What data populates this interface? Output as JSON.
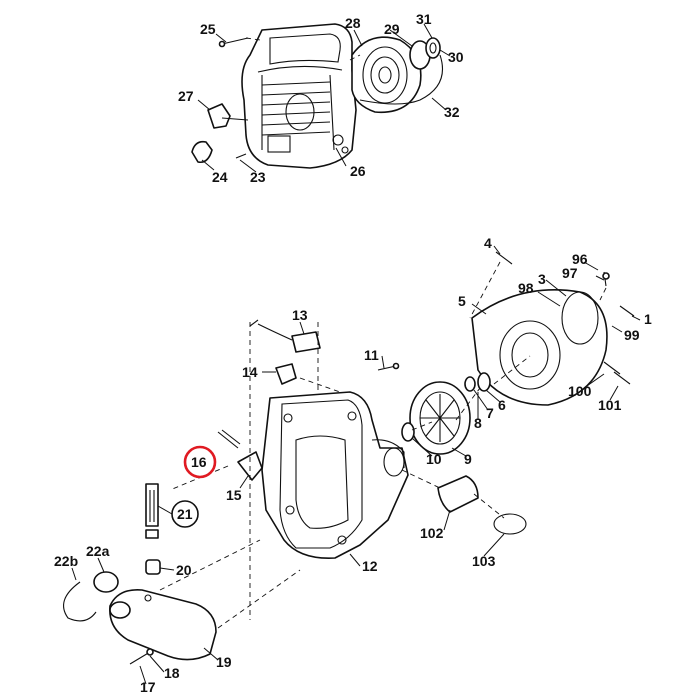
{
  "diagram": {
    "callouts": [
      {
        "id": "c25",
        "text": "25"
      },
      {
        "id": "c28",
        "text": "28"
      },
      {
        "id": "c29",
        "text": "29"
      },
      {
        "id": "c31",
        "text": "31"
      },
      {
        "id": "c30",
        "text": "30"
      },
      {
        "id": "c27",
        "text": "27"
      },
      {
        "id": "c32",
        "text": "32"
      },
      {
        "id": "c24",
        "text": "24"
      },
      {
        "id": "c23",
        "text": "23"
      },
      {
        "id": "c26",
        "text": "26"
      },
      {
        "id": "c4",
        "text": "4"
      },
      {
        "id": "c96",
        "text": "96"
      },
      {
        "id": "c3",
        "text": "3"
      },
      {
        "id": "c97",
        "text": "97"
      },
      {
        "id": "c98",
        "text": "98"
      },
      {
        "id": "c5",
        "text": "5"
      },
      {
        "id": "c1",
        "text": "1"
      },
      {
        "id": "c99",
        "text": "99"
      },
      {
        "id": "c13",
        "text": "13"
      },
      {
        "id": "c11",
        "text": "11"
      },
      {
        "id": "c14",
        "text": "14"
      },
      {
        "id": "c100",
        "text": "100"
      },
      {
        "id": "c101",
        "text": "101"
      },
      {
        "id": "c8",
        "text": "8"
      },
      {
        "id": "c6",
        "text": "6"
      },
      {
        "id": "c7",
        "text": "7"
      },
      {
        "id": "c16",
        "text": "16"
      },
      {
        "id": "c10",
        "text": "10"
      },
      {
        "id": "c9",
        "text": "9"
      },
      {
        "id": "c15",
        "text": "15"
      },
      {
        "id": "c21",
        "text": "21"
      },
      {
        "id": "c102",
        "text": "102"
      },
      {
        "id": "c22b",
        "text": "22b"
      },
      {
        "id": "c22a",
        "text": "22a"
      },
      {
        "id": "c12",
        "text": "12"
      },
      {
        "id": "c103",
        "text": "103"
      },
      {
        "id": "c20",
        "text": "20"
      },
      {
        "id": "c19",
        "text": "19"
      },
      {
        "id": "c18",
        "text": "18"
      },
      {
        "id": "c17",
        "text": "17"
      }
    ],
    "highlighted_part": "16",
    "circled_parts": [
      "16",
      "21"
    ]
  }
}
